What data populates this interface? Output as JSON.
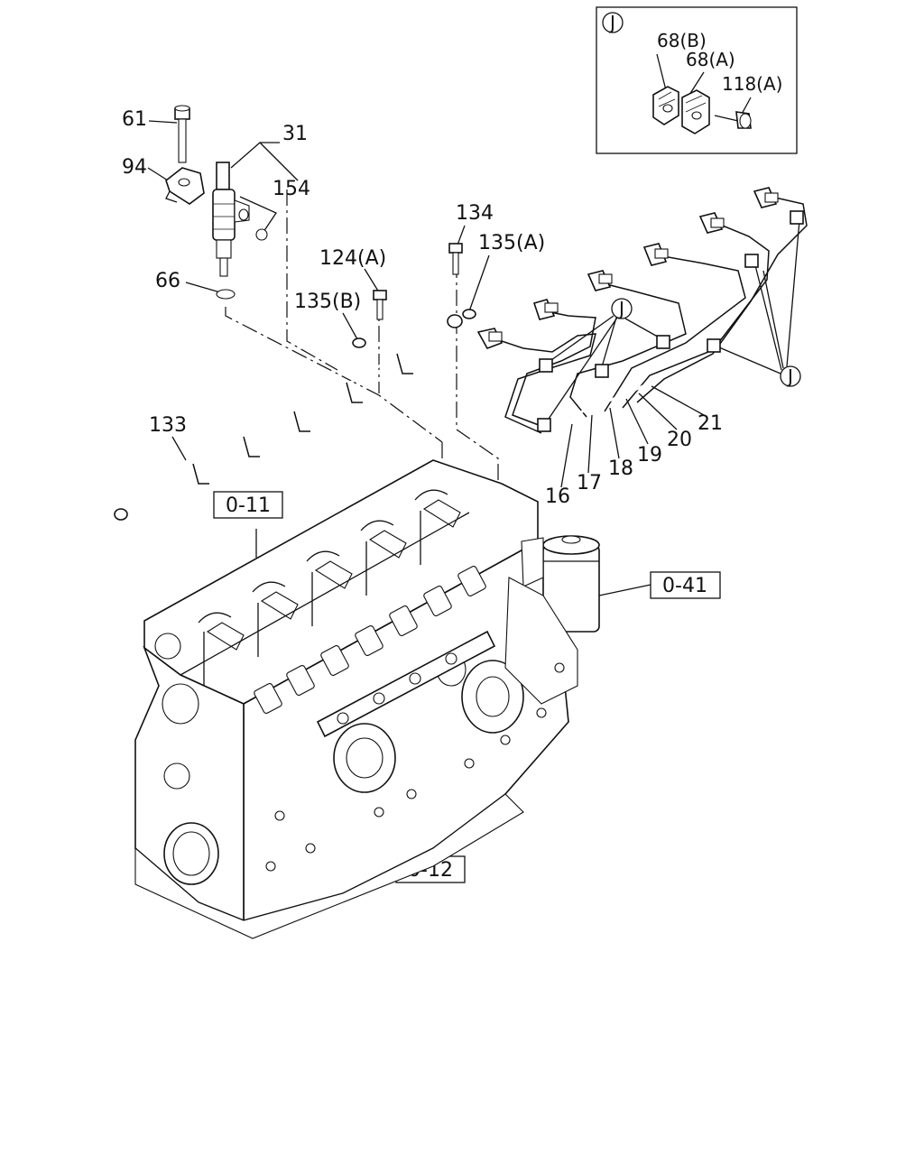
{
  "callouts": {
    "p61": "61",
    "p94": "94",
    "p31": "31",
    "p154": "154",
    "p66": "66",
    "p134": "134",
    "p124a": "124(A)",
    "p135a": "135(A)",
    "p135b": "135(B)",
    "p133": "133",
    "p16": "16",
    "p17": "17",
    "p18": "18",
    "p19": "19",
    "p20": "20",
    "p21": "21",
    "j_top": "J",
    "j_right": "J"
  },
  "detail_box": {
    "marker": "J",
    "p68b": "68(B)",
    "p68a": "68(A)",
    "p118a": "118(A)"
  },
  "references": {
    "r011": "0-11",
    "r041": "0-41",
    "r012": "0-12"
  }
}
